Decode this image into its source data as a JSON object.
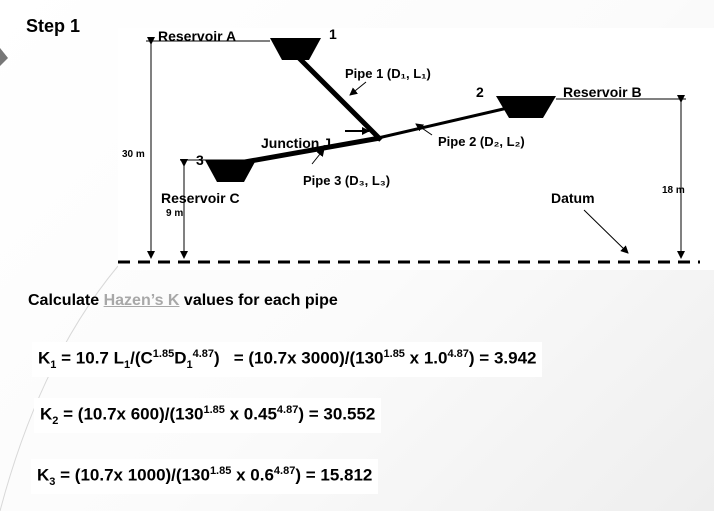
{
  "step_title": "Step 1",
  "diagram": {
    "reservoir_a": "Reservoir A",
    "reservoir_b": "Reservoir B",
    "reservoir_c": "Reservoir C",
    "node_1": "1",
    "node_2": "2",
    "node_3": "3",
    "pipe_1_label": "Pipe 1 (D₁, L₁)",
    "pipe_2_label": "Pipe 2 (D₂, L₂)",
    "pipe_3_label": "Pipe 3 (D₃, L₃)",
    "junction_label": "Junction J",
    "height_a": "30 m",
    "height_b": "18 m",
    "height_c": "9 m",
    "datum_label": "Datum"
  },
  "instruction": {
    "prefix": "Calculate ",
    "link_text": "Hazen’s K",
    "suffix": " values for each pipe"
  },
  "equations": {
    "k1": {
      "lhs_var": "K",
      "lhs_sub": "1",
      "formula_a": " = 10.7 L",
      "formula_sub1": "1",
      "formula_b": "/(C",
      "formula_sup1": "1.85",
      "formula_c": "D",
      "formula_sub2": "1",
      "formula_sup2": "4.87",
      "formula_d": ")",
      "calc_a": "= (10.7x 3000)/(130",
      "calc_sup1": "1.85",
      "calc_b": " x 1.0",
      "calc_sup2": "4.87",
      "calc_c": ") = 3.942"
    },
    "k2": {
      "lhs_var": "K",
      "lhs_sub": "2",
      "calc_a": " =  (10.7x 600)/(130",
      "calc_sup1": "1.85",
      "calc_b": " x 0.45",
      "calc_sup2": "4.87",
      "calc_c": ") = 30.552"
    },
    "k3": {
      "lhs_var": "K",
      "lhs_sub": "3",
      "calc_a": " =  (10.7x 1000)/(130",
      "calc_sup1": "1.85",
      "calc_b": " x 0.6",
      "calc_sup2": "4.87",
      "calc_c": ") = 15.812"
    }
  }
}
